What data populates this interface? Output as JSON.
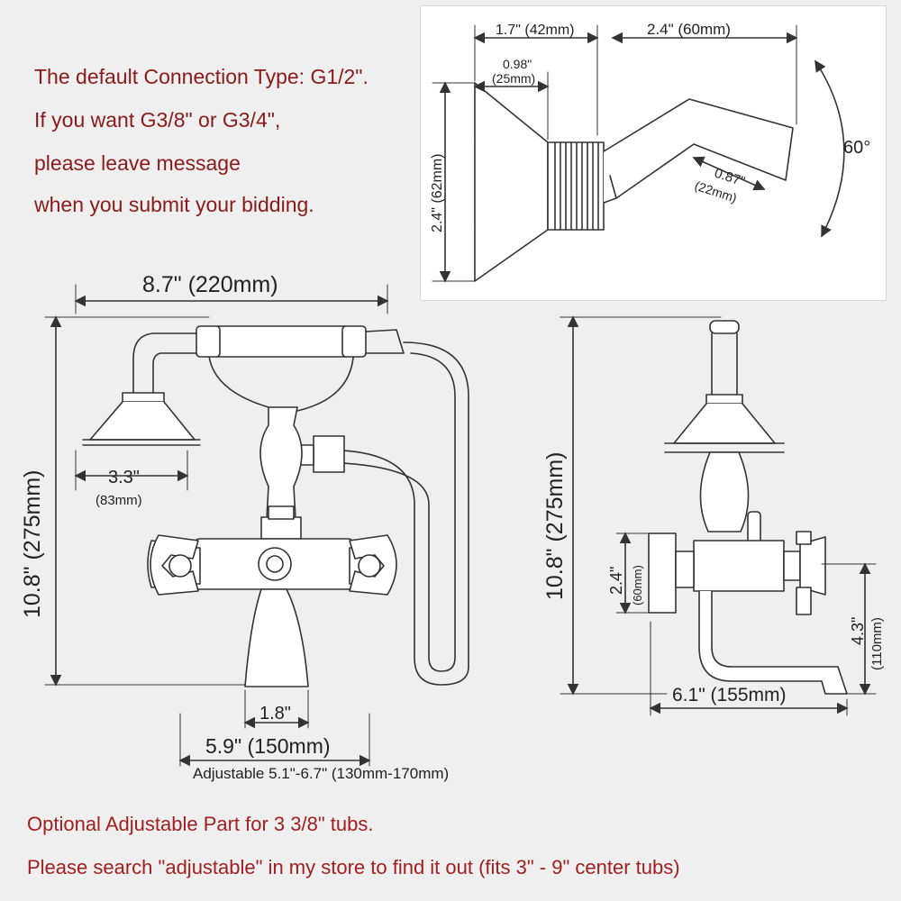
{
  "notes": {
    "line1": "The default Connection Type: G1/2\".",
    "line2": "If you want G3/8\" or G3/4\",",
    "line3": "please leave message",
    "line4": "when you submit your bidding."
  },
  "inset": {
    "dim_1_7": "1.7\" (42mm)",
    "dim_2_4_len": "2.4\" (60mm)",
    "dim_0_98": "0.98\"",
    "dim_0_98_mm": "(25mm)",
    "dim_2_4_h": "2.4\" (62mm)",
    "angle": "60°",
    "dim_0_87": "0.87\"",
    "dim_0_87_mm": "(22mm)"
  },
  "front": {
    "width": "8.7\" (220mm)",
    "height": "10.8\" (275mm)",
    "head": "3.3\"",
    "head_mm": "(83mm)",
    "spout_w": "1.8\"",
    "center": "5.9\" (150mm)",
    "adjustable": "Adjustable 5.1\"-6.7\" (130mm-170mm)"
  },
  "side": {
    "height": "10.8\" (275mm)",
    "flange": "2.4\"",
    "flange_mm": "(60mm)",
    "spout_drop": "4.3\"",
    "spout_drop_mm": "(110mm)",
    "reach": "6.1\" (155mm)"
  },
  "footer": {
    "line1": "Optional Adjustable Part for 3 3/8\" tubs.",
    "line2": "Please search \"adjustable\" in my store to find it out (fits 3\" - 9\" center tubs)"
  },
  "colors": {
    "red_text": "#8b1a1a",
    "line": "#333333",
    "fill": "#ffffff"
  }
}
